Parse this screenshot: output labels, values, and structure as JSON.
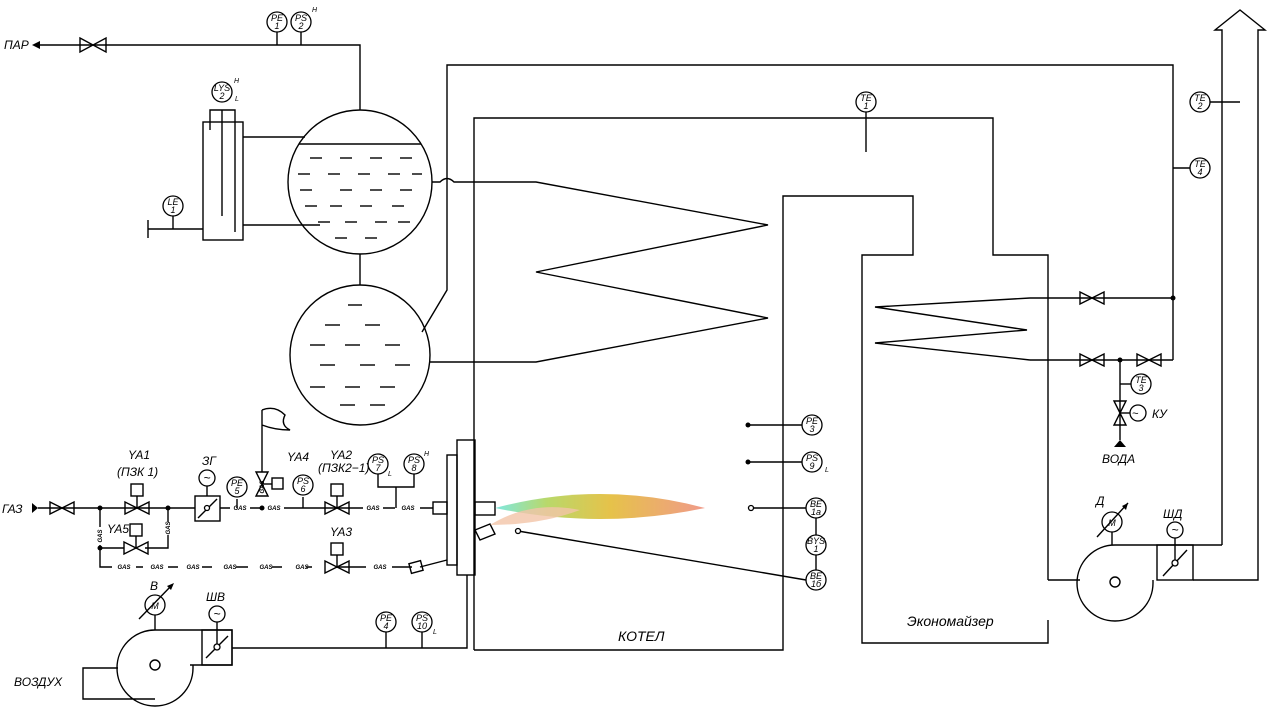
{
  "labels": {
    "steam": "ПАР",
    "gas": "ГАЗ",
    "air": "ВОЗДУХ",
    "water": "ВОДА",
    "boiler": "КОТЕЛ",
    "economizer": "Экономайзер",
    "gas_line": "GAS"
  },
  "equipment": {
    "ya1": "YA1",
    "ya1_sub": "(ПЗК 1)",
    "ya2": "YA2",
    "ya2_sub": "(ПЗК2−1)",
    "ya3": "YA3",
    "ya4": "YA4",
    "ya5": "YA5",
    "zg": "ЗГ",
    "fan_air_motor": "В",
    "air_damper": "ШВ",
    "fan_smoke_motor": "Д",
    "smoke_damper": "ШД",
    "water_valve": "КУ",
    "motor_letter": "M"
  },
  "instruments": {
    "pe1": {
      "code": "PE",
      "num": "1"
    },
    "ps2": {
      "code": "PS",
      "num": "2",
      "flag": "H"
    },
    "lys2": {
      "code": "LYS",
      "num": "2",
      "flag_h": "H",
      "flag_l": "L"
    },
    "le1": {
      "code": "LE",
      "num": "1"
    },
    "te1": {
      "code": "TE",
      "num": "1"
    },
    "te2": {
      "code": "TE",
      "num": "2"
    },
    "te4": {
      "code": "TE",
      "num": "4"
    },
    "te3": {
      "code": "TE",
      "num": "3"
    },
    "pe3": {
      "code": "PE",
      "num": "3"
    },
    "ps9": {
      "code": "PS",
      "num": "9",
      "flag": "L"
    },
    "be1a": {
      "code": "BE",
      "num": "1a"
    },
    "bys1": {
      "code": "BYS",
      "num": "1"
    },
    "be1b": {
      "code": "BE",
      "num": "1б"
    },
    "pe5": {
      "code": "PE",
      "num": "5"
    },
    "ps6": {
      "code": "PS",
      "num": "6"
    },
    "ps7": {
      "code": "PS",
      "num": "7",
      "flag": "L"
    },
    "ps8": {
      "code": "PS",
      "num": "8",
      "flag": "H"
    },
    "pe4": {
      "code": "PE",
      "num": "4"
    },
    "ps10": {
      "code": "PS",
      "num": "10",
      "flag": "L"
    }
  }
}
